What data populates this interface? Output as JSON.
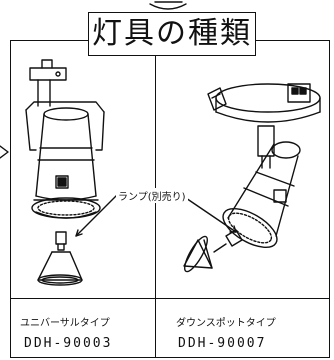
{
  "title": "灯具の種類",
  "lamp_label": "ランプ(別売り)",
  "left": {
    "type": "ユニバーサルタイプ",
    "model": "DDH-90003"
  },
  "right": {
    "type": "ダウンスポットタイプ",
    "model": "DDH-90007"
  }
}
